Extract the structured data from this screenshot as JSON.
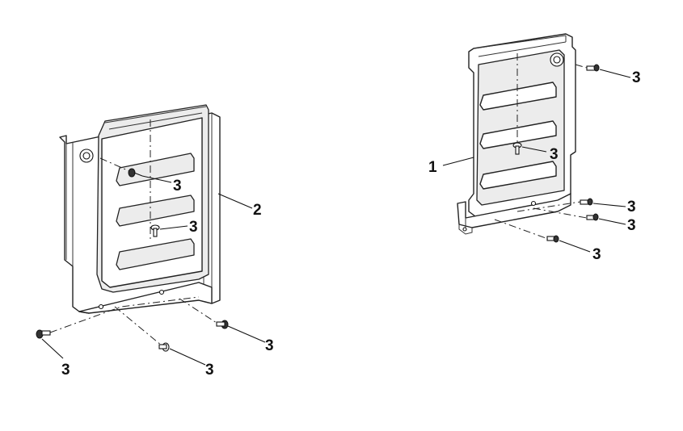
{
  "callouts": {
    "left_panel_part": "2",
    "left_screw_upper": "3",
    "left_screw_middle": "3",
    "left_screw_bottom_left": "3",
    "left_screw_bottom_center": "3",
    "left_screw_bottom_right": "3",
    "right_panel_part": "1",
    "right_screw_top": "3",
    "right_screw_middle": "3",
    "right_screw_bottom_a": "3",
    "right_screw_bottom_b": "3",
    "right_screw_bottom_c": "3"
  }
}
